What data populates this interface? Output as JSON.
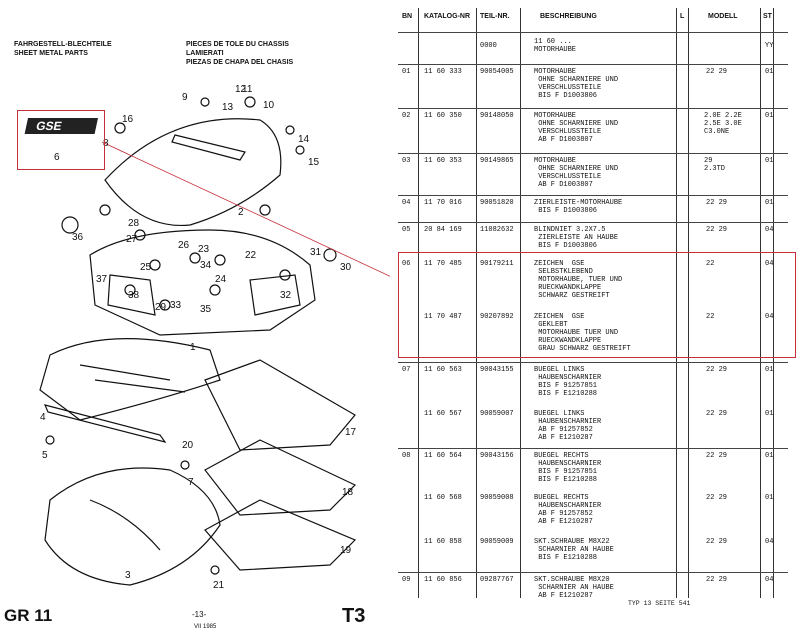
{
  "header": {
    "left": [
      "FAHRGESTELL-BLECHTEILE",
      "SHEET METAL PARTS"
    ],
    "middle": [
      "PIECES DE TOLE DU CHASSIS",
      "LAMIERATI",
      "PIEZAS DE CHAPA DEL CHASIS"
    ]
  },
  "footer": {
    "group": "GR 11",
    "page": "-13-",
    "date": "VII 1985",
    "section": "T3"
  },
  "diagram": {
    "badge_text": "GSE",
    "labels": [
      "1",
      "2",
      "3",
      "4",
      "5",
      "6",
      "7",
      "8",
      "9",
      "10",
      "11",
      "12",
      "13",
      "14",
      "15",
      "16",
      "17",
      "18",
      "19",
      "20",
      "21",
      "22",
      "23",
      "24",
      "25",
      "26",
      "27",
      "28",
      "29",
      "30",
      "31",
      "32",
      "33",
      "34",
      "35",
      "36",
      "37",
      "38"
    ]
  },
  "table": {
    "headers": [
      "BN",
      "KATALOG-NR",
      "TEIL-NR.",
      "BESCHREIBUNG",
      "L",
      "MODELL",
      "ST"
    ],
    "rows": [
      {
        "bn": "",
        "kat": "",
        "teil": "0000",
        "desc": "11 60 ...\nMOTORHAUBE",
        "model": "",
        "st": "YY"
      },
      {
        "bn": "01",
        "kat": "11 60 333",
        "teil": "90054005",
        "desc": "MOTORHAUBE\n OHNE SCHARNIERE UND\n VERSCHLUSSTEILE\n BIS F D1003806",
        "model": "22 29",
        "st": "01"
      },
      {
        "bn": "02",
        "kat": "11 60 350",
        "teil": "90148050",
        "desc": "MOTORHAUBE\n OHNE SCHARNIERE UND\n VERSCHLUSSTEILE\n AB F D1003807",
        "model": "2.0E 2.2E\n2.5E 3.0E\nC3.0NE",
        "st": "01"
      },
      {
        "bn": "03",
        "kat": "11 60 353",
        "teil": "90149865",
        "desc": "MOTORHAUBE\n OHNE SCHARNIERE UND\n VERSCHLUSSTEILE\n AB F D1003807",
        "model": "29\n2.3TD",
        "st": "01"
      },
      {
        "bn": "04",
        "kat": "11 70 016",
        "teil": "90051820",
        "desc": "ZIERLEISTE-MOTORHAUBE\n BIS F D1003806",
        "model": "22 29",
        "st": "01"
      },
      {
        "bn": "05",
        "kat": "20 84 169",
        "teil": "11082632",
        "desc": "BLINDNIET 3.2X7.5\n ZIERLEISTE AN HAUBE\n BIS F D1003806",
        "model": "22 29",
        "st": "04"
      },
      {
        "bn": "06",
        "kat": "11 70 485",
        "teil": "90179211",
        "desc": "ZEICHEN  GSE\n SELBSTKLEBEND\n MOTORHAUBE, TUER UND\n RUECKWANDKLAPPE\n SCHWARZ GESTREIFT",
        "model": "22",
        "st": "04"
      },
      {
        "bn": "",
        "kat": "11 70 487",
        "teil": "90207892",
        "desc": "ZEICHEN  GSE\n GEKLEBT\n MOTORHAUBE TUER UND\n RUECKWANDKLAPPE\n GRAU SCHWARZ GESTREIFT",
        "model": "22",
        "st": "04"
      },
      {
        "bn": "07",
        "kat": "11 60 563",
        "teil": "90043155",
        "desc": "BUEGEL LINKS\n HAUBENSCHARNIER\n BIS F 91257851\n BIS F E1210288",
        "model": "22 29",
        "st": "01"
      },
      {
        "bn": "",
        "kat": "11 60 567",
        "teil": "90059007",
        "desc": "BUEGEL LINKS\n HAUBENSCHARNIER\n AB F 91257852\n AB F E1210287",
        "model": "22 29",
        "st": "01"
      },
      {
        "bn": "08",
        "kat": "11 60 564",
        "teil": "90043156",
        "desc": "BUEGEL RECHTS\n HAUBENSCHARNIER\n BIS F 91257851\n BIS F E1210288",
        "model": "22 29",
        "st": "01"
      },
      {
        "bn": "",
        "kat": "11 60 568",
        "teil": "90059008",
        "desc": "BUEGEL RECHTS\n HAUBENSCHARNIER\n AB F 91257852\n AB F E1210287",
        "model": "22 29",
        "st": "01"
      },
      {
        "bn": "",
        "kat": "11 60 858",
        "teil": "90059009",
        "desc": "SKT.SCHRAUBE M8X22\n SCHARNIER AN HAUBE\n BIS F E1210288",
        "model": "22 29",
        "st": "04"
      },
      {
        "bn": "09",
        "kat": "11 60 856",
        "teil": "09287767",
        "desc": "SKT.SCHRAUBE M8X20\n SCHARNIER AN HAUBE\n AB F E1210287",
        "model": "22 29",
        "st": "04"
      }
    ],
    "footer": "TYP 13 SEITE 541"
  }
}
